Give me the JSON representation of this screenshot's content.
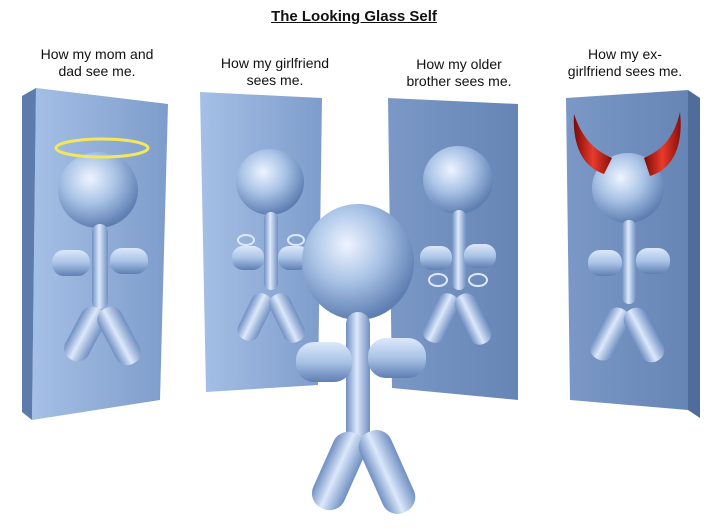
{
  "title": "The Looking Glass Self",
  "captions": {
    "parents": "How my mom and\ndad see me.",
    "girlfriend": "How my girlfriend\nsees me.",
    "brother": "How my older\nbrother sees me.",
    "ex_girlfriend": "How my ex-\ngirlfriend sees me."
  },
  "colors": {
    "panel": "#8eaedb",
    "panel_dark": "#5f7fad",
    "figure": "#a9c3e6",
    "halo": "#f2e85a",
    "horns": "#c01b14"
  },
  "icons": [
    "halo-icon",
    "devil-horns-icon"
  ]
}
